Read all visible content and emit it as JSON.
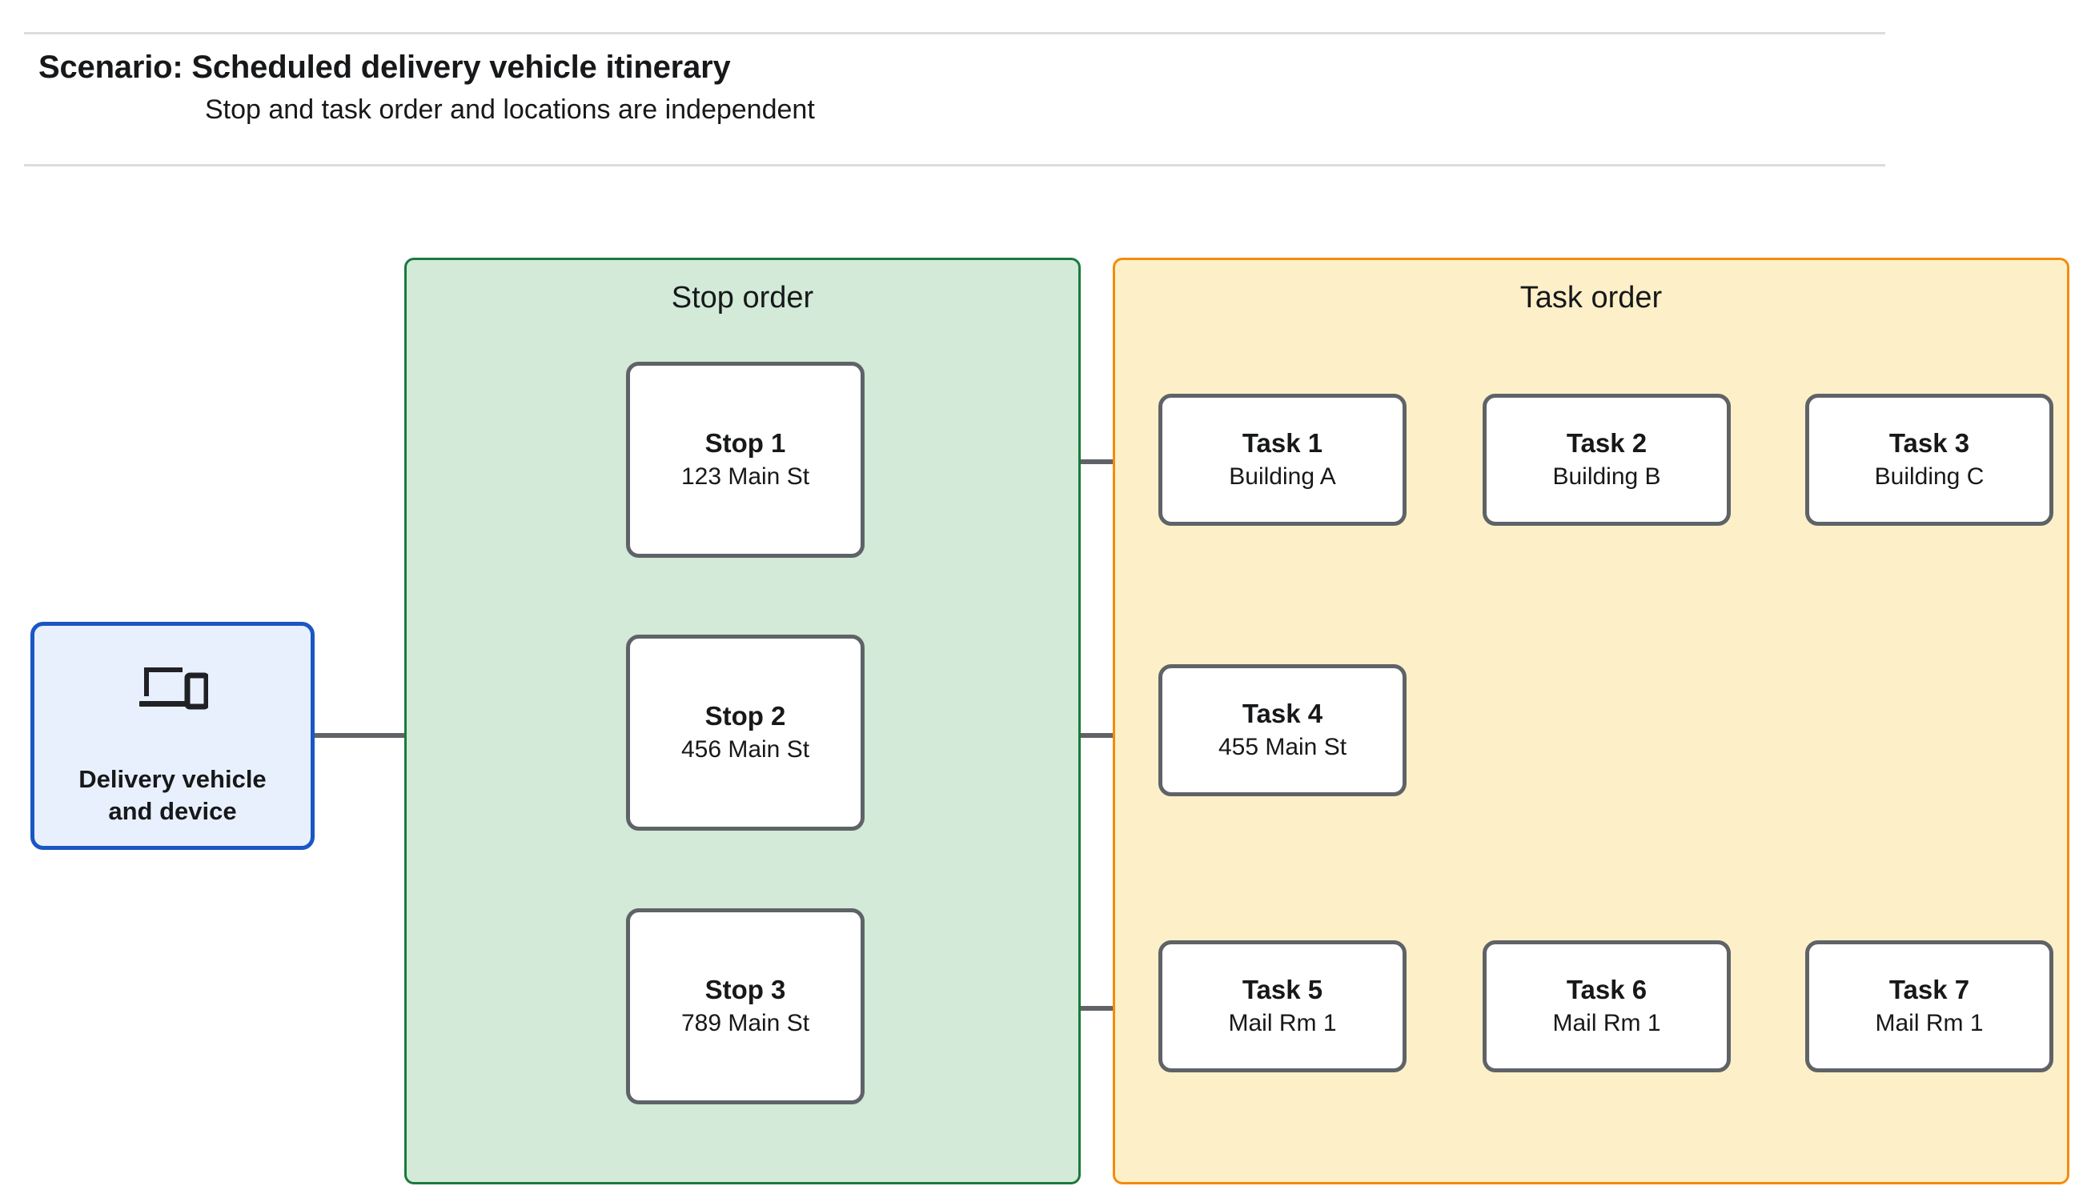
{
  "header": {
    "title": "Scenario: Scheduled delivery vehicle itinerary",
    "subtitle": "Stop and task order and locations are independent"
  },
  "vehicle": {
    "label": "Delivery vehicle\nand device",
    "icon": "laptop-and-phone-icon",
    "border_color": "#1a56c4",
    "fill_color": "#e8f0fe"
  },
  "stop_group": {
    "title": "Stop order",
    "border_color": "#1a7a3c",
    "fill_color": "#d2ead7",
    "stops": [
      {
        "title": "Stop 1",
        "address": "123 Main St"
      },
      {
        "title": "Stop 2",
        "address": "456 Main St"
      },
      {
        "title": "Stop 3",
        "address": "789 Main St"
      }
    ]
  },
  "task_group": {
    "title": "Task order",
    "border_color": "#f48b0e",
    "fill_color": "#fdf0c8",
    "rows": [
      {
        "tasks": [
          {
            "title": "Task 1",
            "location": "Building A"
          },
          {
            "title": "Task 2",
            "location": "Building B"
          },
          {
            "title": "Task 3",
            "location": "Building C"
          }
        ]
      },
      {
        "tasks": [
          {
            "title": "Task 4",
            "location": "455 Main St"
          }
        ]
      },
      {
        "tasks": [
          {
            "title": "Task 5",
            "location": "Mail Rm 1"
          },
          {
            "title": "Task 6",
            "location": "Mail Rm 1"
          },
          {
            "title": "Task 7",
            "location": "Mail Rm 1"
          }
        ]
      }
    ]
  },
  "connector_color": "#5f6368"
}
